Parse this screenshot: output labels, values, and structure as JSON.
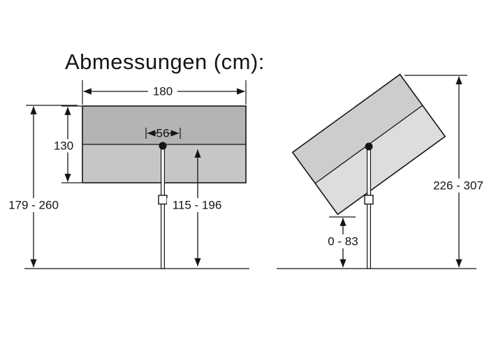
{
  "title": "Abmessungen (cm):",
  "colors": {
    "line": "#141414",
    "panel_front_top": "#b4b4b4",
    "panel_front_bottom": "#c6c6c6",
    "panel_tilted_top": "#cdcdcd",
    "panel_tilted_bottom": "#dddddd"
  },
  "front_view": {
    "canopy_width": "180",
    "canopy_height": "130",
    "mast_offset": "56",
    "pole_height_range": "115 - 196",
    "total_height_range": "179 - 260"
  },
  "tilted_view": {
    "total_height_range": "226 - 307",
    "ground_clearance_range": "0 - 83"
  }
}
